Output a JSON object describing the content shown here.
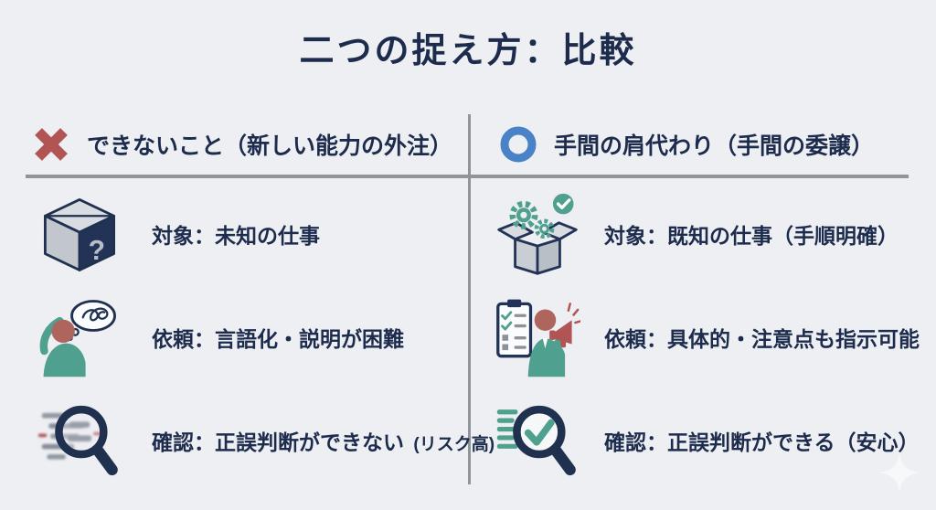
{
  "title": "二つの捉え方：比較",
  "colors": {
    "background": "#edeff3",
    "text_navy": "#1d2b4d",
    "x_mark_red": "#b05454",
    "ok_circle_blue": "#4a82c8",
    "icon_teal": "#4fa08e",
    "icon_skin_red": "#ae655d",
    "divider_gray": "#8f939a"
  },
  "left_column": {
    "symbol_icon": "x-mark-icon",
    "header": "できないこと（新しい能力の外注）",
    "rows": [
      {
        "icon": "mystery-box-icon",
        "text": "対象：未知の仕事",
        "note": ""
      },
      {
        "icon": "confused-person-icon",
        "text": "依頼：言語化・説明が困難",
        "note": ""
      },
      {
        "icon": "magnifier-blur-icon",
        "text": "確認：正誤判断ができない",
        "note": "(リスク高)"
      }
    ]
  },
  "right_column": {
    "symbol_icon": "ok-circle-icon",
    "header": "手間の肩代わり（手間の委譲）",
    "rows": [
      {
        "icon": "open-box-gears-icon",
        "text": "対象：既知の仕事（手順明確）",
        "note": ""
      },
      {
        "icon": "megaphone-person-icon",
        "text": "依頼：具体的・注意点も指示可能",
        "note": ""
      },
      {
        "icon": "magnifier-check-icon",
        "text": "確認：正誤判断ができる（安心）",
        "note": ""
      }
    ]
  },
  "watermark_icon": "sparkle-icon"
}
